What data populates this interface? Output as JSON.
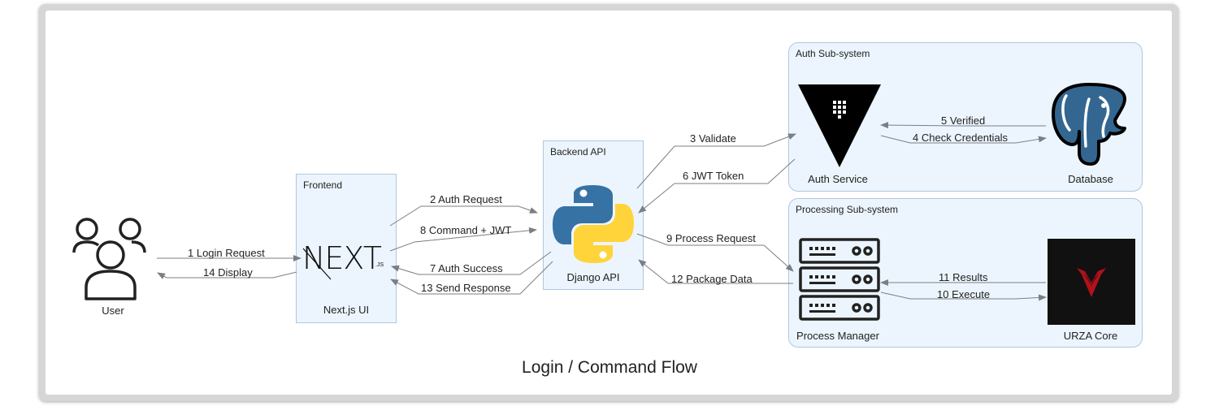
{
  "title": "Login / Command Flow",
  "clusters": {
    "frontend": "Frontend",
    "backend": "Backend API",
    "auth": "Auth Sub-system",
    "processing": "Processing Sub-system"
  },
  "nodes": {
    "user": "User",
    "nextjs": "Next.js UI",
    "django": "Django API",
    "auth_service": "Auth Service",
    "database": "Database",
    "process_manager": "Process Manager",
    "urza": "URZA Core"
  },
  "edges": [
    {
      "label": "1 Login Request"
    },
    {
      "label": "14 Display"
    },
    {
      "label": "2 Auth Request"
    },
    {
      "label": "8 Command + JWT"
    },
    {
      "label": "7 Auth Success"
    },
    {
      "label": "13 Send Response"
    },
    {
      "label": "3 Validate"
    },
    {
      "label": "6 JWT Token"
    },
    {
      "label": "9 Process Request"
    },
    {
      "label": "12 Package Data"
    },
    {
      "label": "5 Verified"
    },
    {
      "label": "4 Check Credentials"
    },
    {
      "label": "11 Results"
    },
    {
      "label": "10 Execute"
    }
  ],
  "logo_text": {
    "next_main": "NEXT",
    "next_suffix": ".JS"
  },
  "colors": {
    "cluster_fill": "#ecf5fd",
    "cluster_border": "#aec8de",
    "edge": "#7a7f85",
    "python_blue": "#3772a4",
    "python_yellow": "#ffd43b",
    "postgres_blue": "#336791",
    "urza_red": "#b0121c"
  },
  "icons": {
    "user": "users-icon",
    "nextjs": "nextjs-logo",
    "django": "python-logo",
    "auth_service": "vault-icon",
    "database": "postgresql-icon",
    "process_manager": "server-rack-icon",
    "urza": "urza-logo"
  }
}
